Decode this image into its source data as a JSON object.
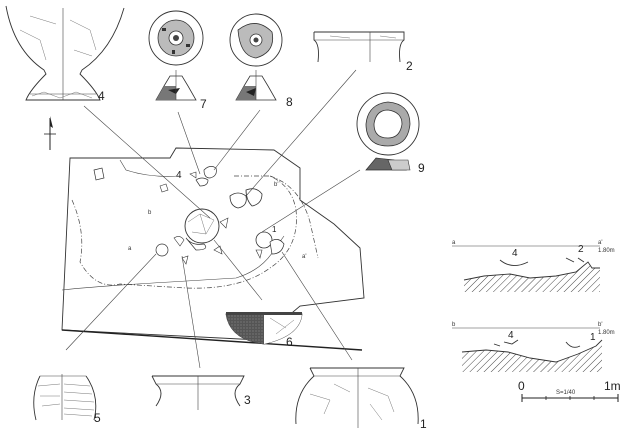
{
  "figure": {
    "artifact_labels": [
      {
        "id": "n1",
        "text": "1"
      },
      {
        "id": "n2",
        "text": "2"
      },
      {
        "id": "n3",
        "text": "3"
      },
      {
        "id": "n4",
        "text": "4"
      },
      {
        "id": "n5",
        "text": "5"
      },
      {
        "id": "n6",
        "text": "6"
      },
      {
        "id": "n7",
        "text": "7"
      },
      {
        "id": "n8",
        "text": "8"
      },
      {
        "id": "n9",
        "text": "9"
      }
    ],
    "plan_labels": {
      "a": "a",
      "b": "b",
      "num4": "4",
      "num1": "1"
    },
    "section_a": {
      "left": "a",
      "right": "a'",
      "elevation": "1.80m",
      "marker_4": "4",
      "marker_2": "2"
    },
    "section_b": {
      "left": "b",
      "right": "b'",
      "elevation": "1.80m",
      "marker_4": "4",
      "marker_1": "1"
    },
    "scale": {
      "zero": "0",
      "ratio": "S=1/40",
      "end": "1m"
    },
    "north_icon": "north-arrow-icon"
  }
}
